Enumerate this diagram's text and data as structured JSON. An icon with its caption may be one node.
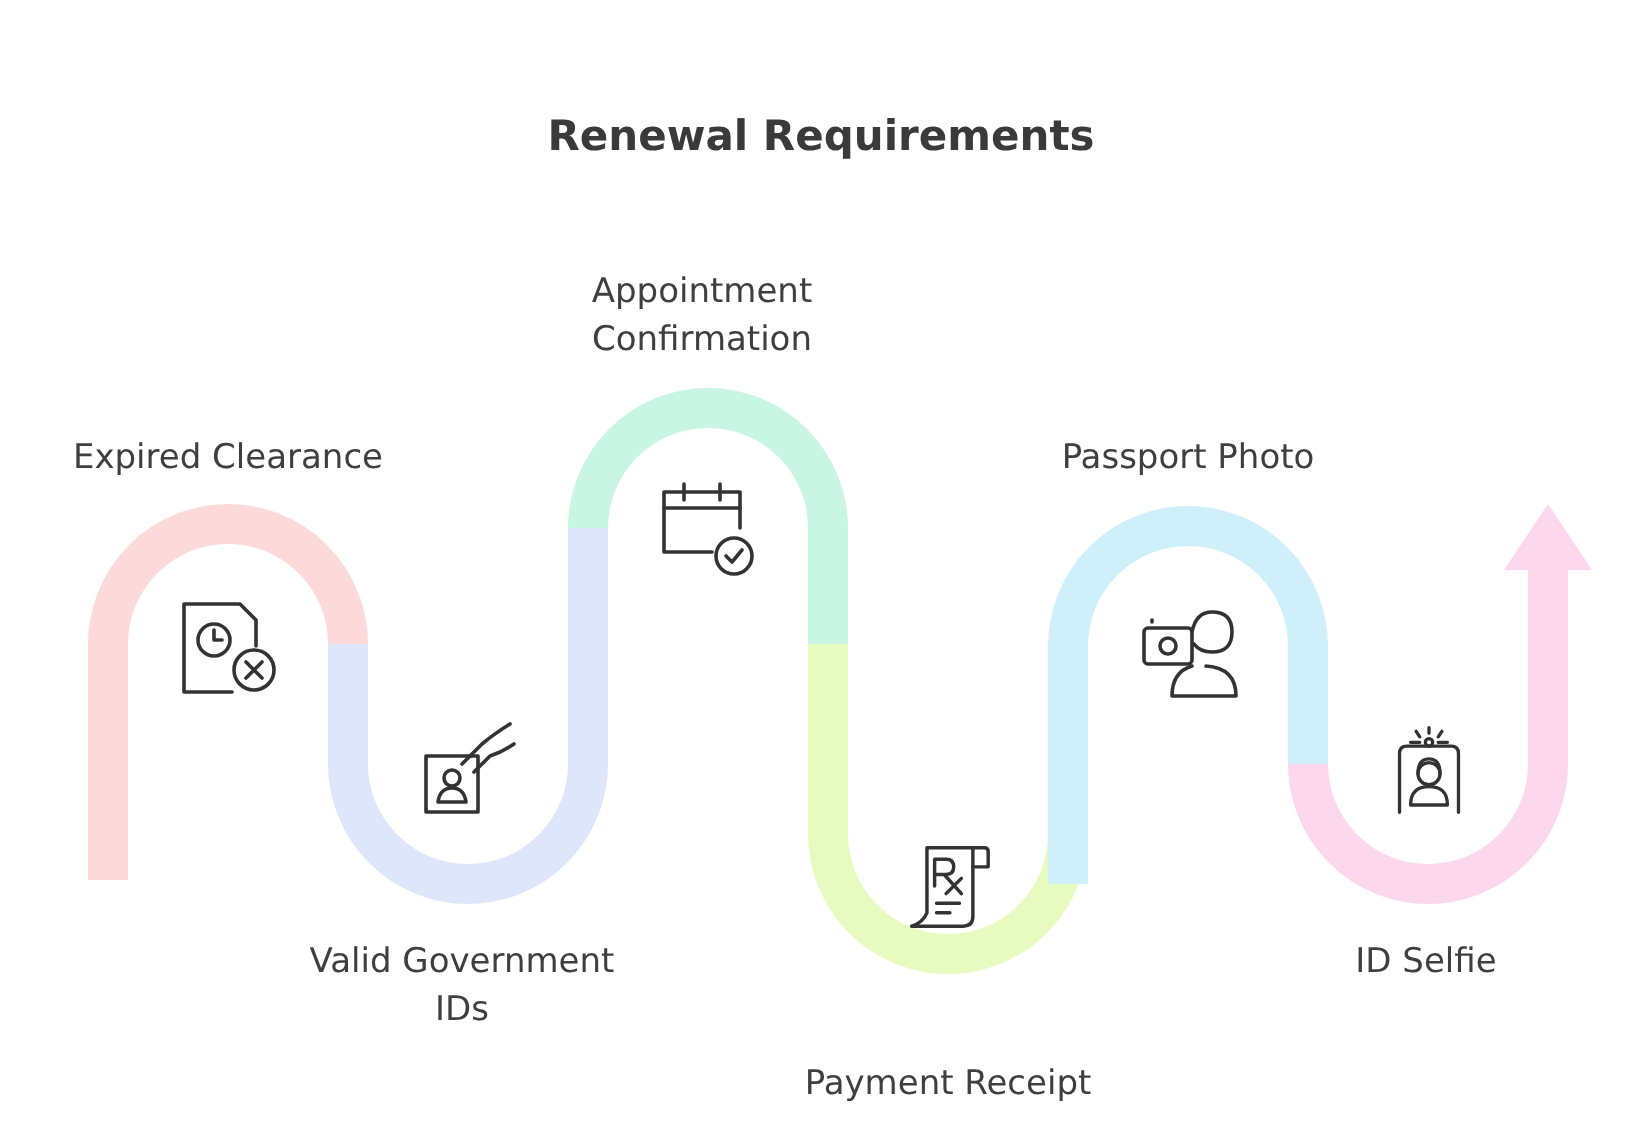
{
  "diagram": {
    "title": "Renewal Requirements",
    "nodes": [
      {
        "text": [
          "Expired Clearance"
        ]
      },
      {
        "text": [
          "Valid Government IDs"
        ]
      },
      {
        "text": [
          "Appointment Confirmation"
        ]
      },
      {
        "text": [
          "Payment Receipt"
        ]
      },
      {
        "text": [
          "Passport Photo"
        ]
      },
      {
        "text": [
          "ID Selfie"
        ]
      }
    ]
  }
}
